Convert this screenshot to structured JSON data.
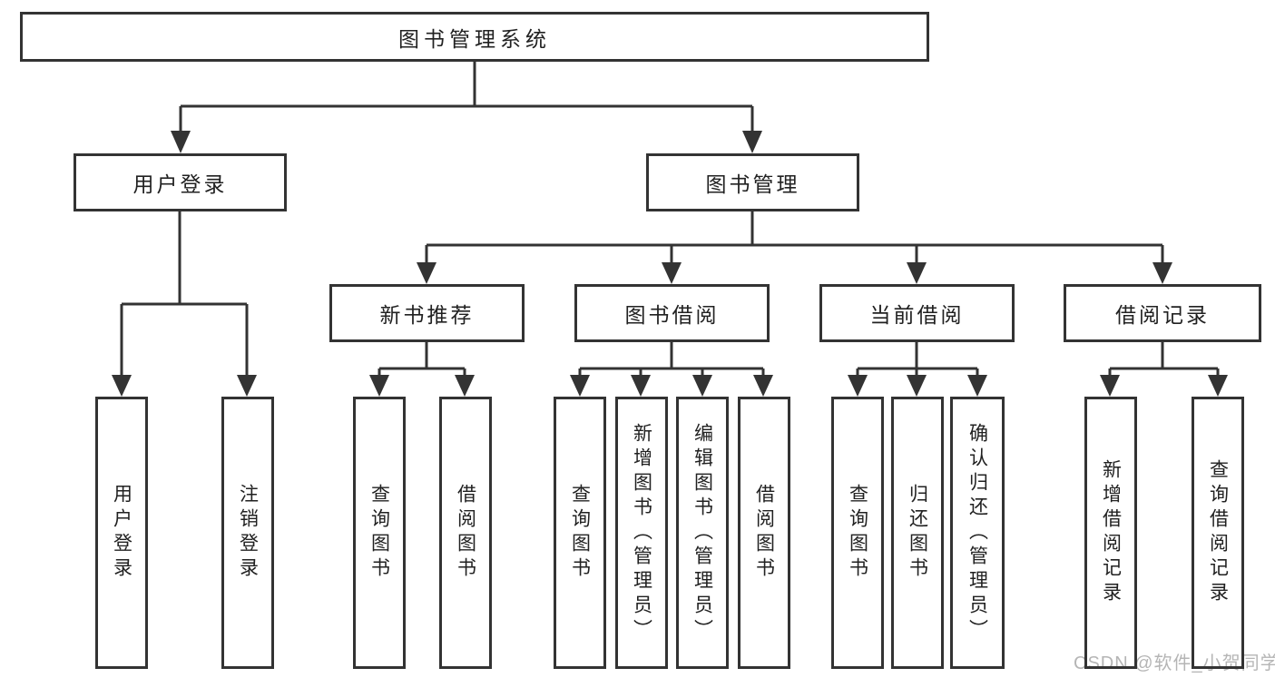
{
  "diagram": {
    "root": {
      "label": "图书管理系统"
    },
    "level2": [
      {
        "label": "用户登录"
      },
      {
        "label": "图书管理"
      }
    ],
    "level3": [
      {
        "label": "新书推荐"
      },
      {
        "label": "图书借阅"
      },
      {
        "label": "当前借阅"
      },
      {
        "label": "借阅记录"
      }
    ],
    "leaves": [
      {
        "parent": "用户登录",
        "label": "用户登录"
      },
      {
        "parent": "用户登录",
        "label": "注销登录"
      },
      {
        "parent": "新书推荐",
        "label": "查询图书"
      },
      {
        "parent": "新书推荐",
        "label": "借阅图书"
      },
      {
        "parent": "图书借阅",
        "label": "查询图书"
      },
      {
        "parent": "图书借阅",
        "label": "新增图书（管理员）"
      },
      {
        "parent": "图书借阅",
        "label": "编辑图书（管理员）"
      },
      {
        "parent": "图书借阅",
        "label": "借阅图书"
      },
      {
        "parent": "当前借阅",
        "label": "查询图书"
      },
      {
        "parent": "当前借阅",
        "label": "归还图书"
      },
      {
        "parent": "当前借阅",
        "label": "确认归还（管理员）"
      },
      {
        "parent": "借阅记录",
        "label": "新增借阅记录"
      },
      {
        "parent": "借阅记录",
        "label": "查询借阅记录"
      }
    ],
    "watermark": "CSDN @软件_小贺同学",
    "colors": {
      "line": "#333333",
      "text": "#212121",
      "box_background": "#ffffff",
      "watermark_text": "#b5b5b5"
    }
  }
}
